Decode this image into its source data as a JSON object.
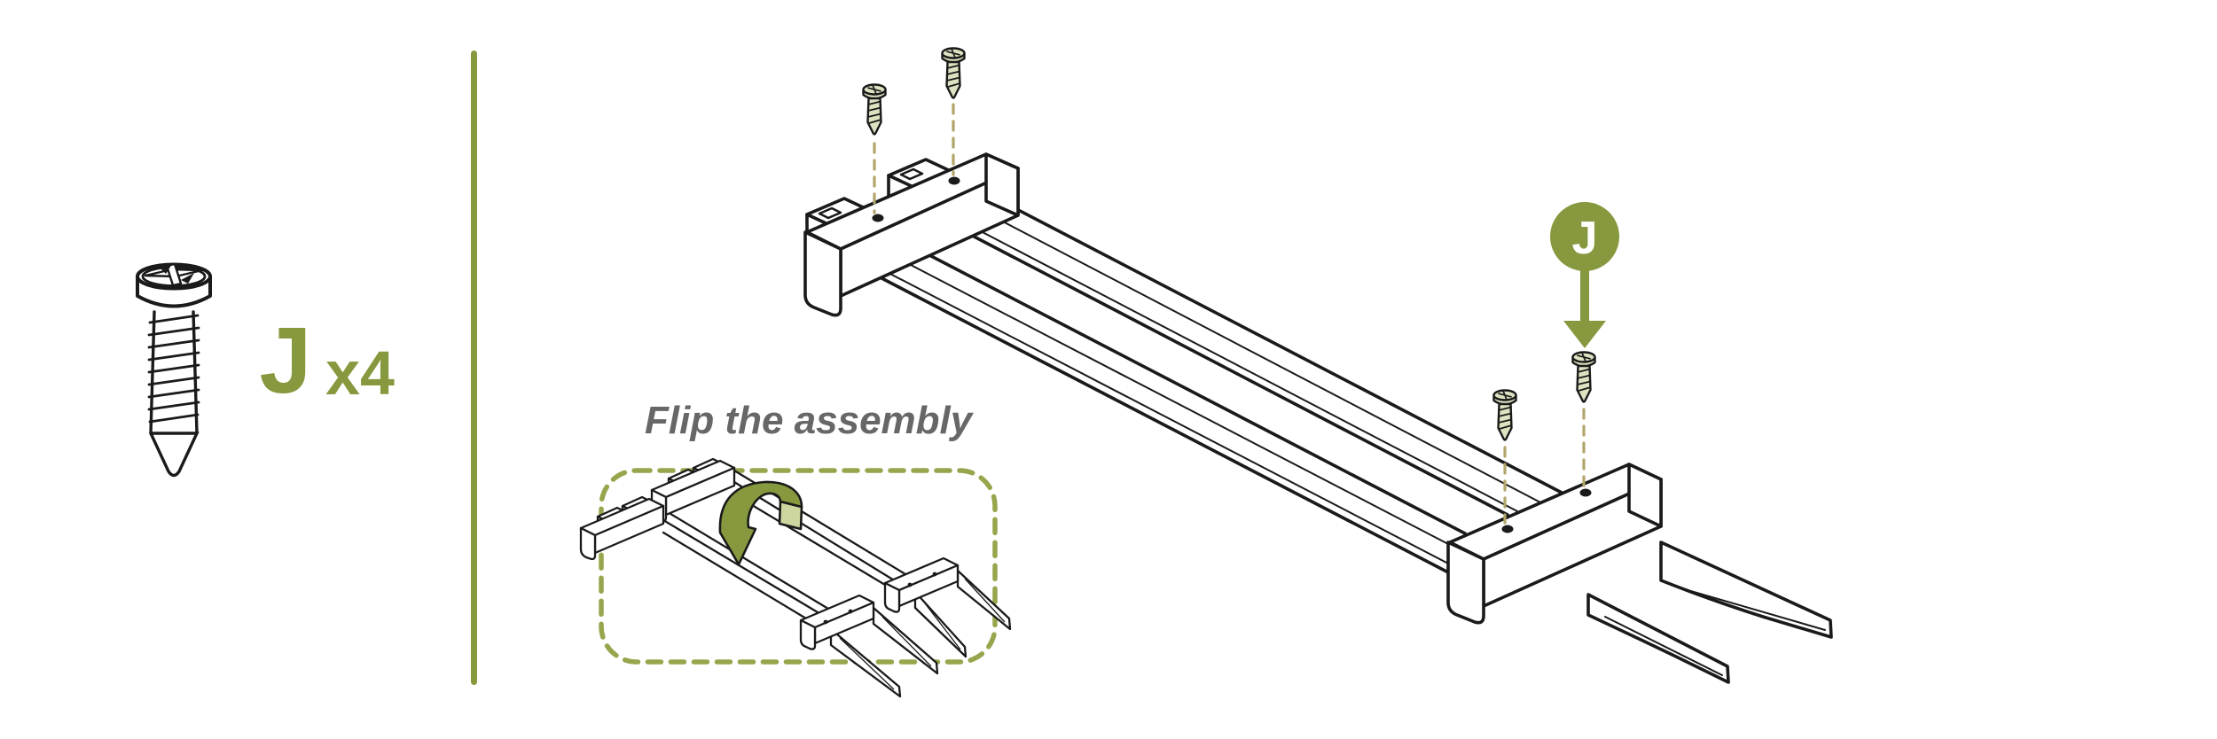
{
  "diagram": {
    "type": "assembly-instruction-step",
    "note": "Flip the assembly"
  },
  "parts_legend": {
    "part_letter": "J",
    "quantity_label": "x4",
    "part_name": "screw"
  },
  "callout": {
    "badge_letter": "J"
  },
  "screws_shown_in_diagram": 4,
  "icons": {
    "screw": "screw-icon",
    "flip_arrow": "flip-arrow-icon",
    "callout_arrow": "arrow-down-icon"
  },
  "colors": {
    "accent": "#87993f",
    "accent_light": "#ccd69e",
    "box_dash": "#96a64c",
    "screw_fill": "#dde2c1",
    "guide_dash": "#b2a56a",
    "note_gray": "#676767",
    "line": "#1a1a1a",
    "background": "#ffffff"
  }
}
